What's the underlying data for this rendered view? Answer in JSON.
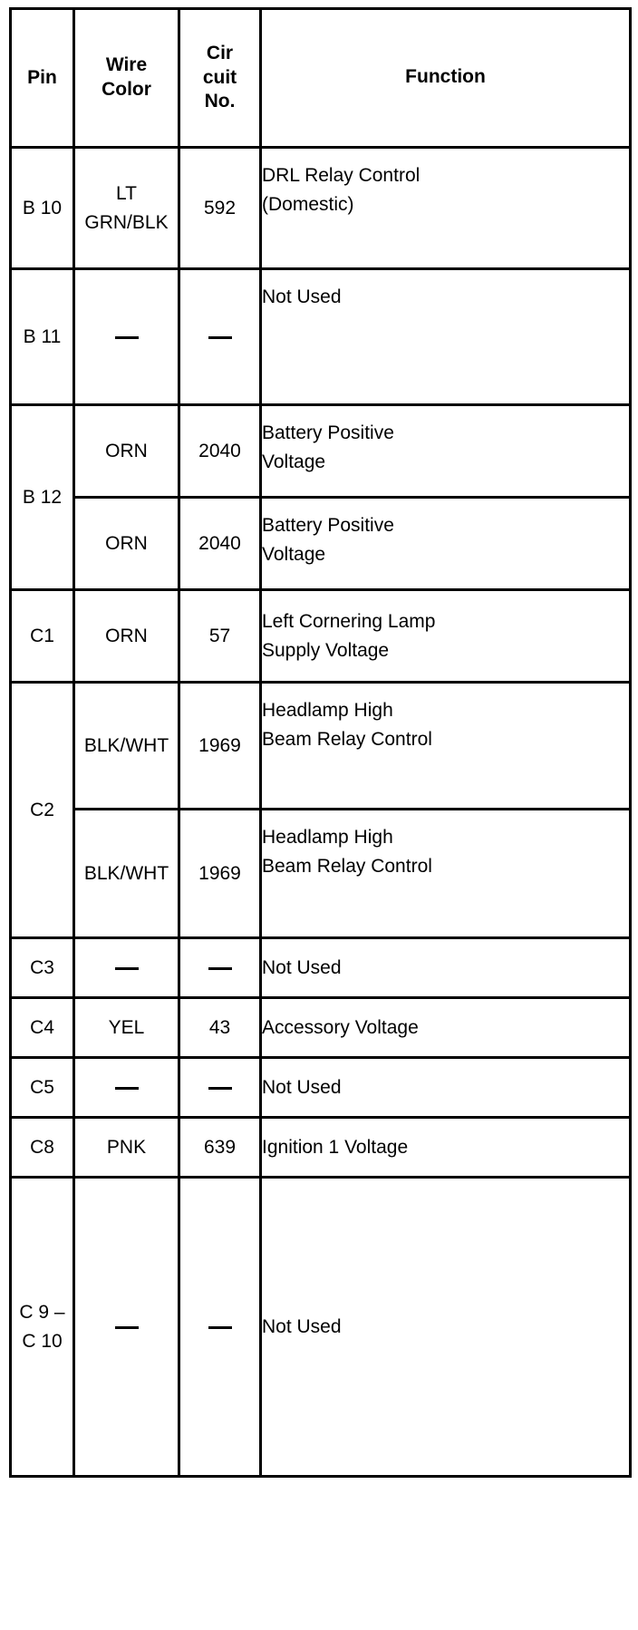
{
  "table": {
    "headers": {
      "pin": "Pin",
      "wire_color_line1": "Wire",
      "wire_color_line2": "Color",
      "circuit_line1": "Cir",
      "circuit_line2": "cuit",
      "circuit_line3": "No.",
      "function": "Function"
    },
    "dash": "—",
    "rows": [
      {
        "pin": "B 10",
        "wire_color": "LT GRN/BLK",
        "circuit_no": "592",
        "function_line1": "DRL Relay Control",
        "function_line2": "(Domestic)"
      },
      {
        "pin": "B 11",
        "wire_color": "—",
        "circuit_no": "—",
        "function_line1": "Not Used",
        "function_line2": ""
      },
      {
        "pin": "B 12",
        "sub_rows": [
          {
            "wire_color": "ORN",
            "circuit_no": "2040",
            "function_line1": "Battery Positive",
            "function_line2": "Voltage"
          },
          {
            "wire_color": "ORN",
            "circuit_no": "2040",
            "function_line1": "Battery Positive",
            "function_line2": "Voltage"
          }
        ]
      },
      {
        "pin": "C1",
        "wire_color": "ORN",
        "circuit_no": "57",
        "function_line1": "Left Cornering Lamp",
        "function_line2": "Supply Voltage"
      },
      {
        "pin": "C2",
        "sub_rows": [
          {
            "wire_color": "BLK/WHT",
            "circuit_no": "1969",
            "function_line1": "Headlamp High",
            "function_line2": "Beam Relay Control"
          },
          {
            "wire_color": "BLK/WHT",
            "circuit_no": "1969",
            "function_line1": "Headlamp High",
            "function_line2": "Beam Relay Control"
          }
        ]
      },
      {
        "pin": "C3",
        "wire_color": "—",
        "circuit_no": "—",
        "function_line1": "Not Used",
        "function_line2": ""
      },
      {
        "pin": "C4",
        "wire_color": "YEL",
        "circuit_no": "43",
        "function_line1": "Accessory Voltage",
        "function_line2": ""
      },
      {
        "pin": "C5",
        "wire_color": "—",
        "circuit_no": "—",
        "function_line1": "Not Used",
        "function_line2": ""
      },
      {
        "pin": "C8",
        "wire_color": "PNK",
        "circuit_no": "639",
        "function_line1": "Ignition 1 Voltage",
        "function_line2": ""
      },
      {
        "pin": "C 9 – C 10",
        "wire_color": "—",
        "circuit_no": "—",
        "function_line1": "Not Used",
        "function_line2": ""
      }
    ]
  }
}
